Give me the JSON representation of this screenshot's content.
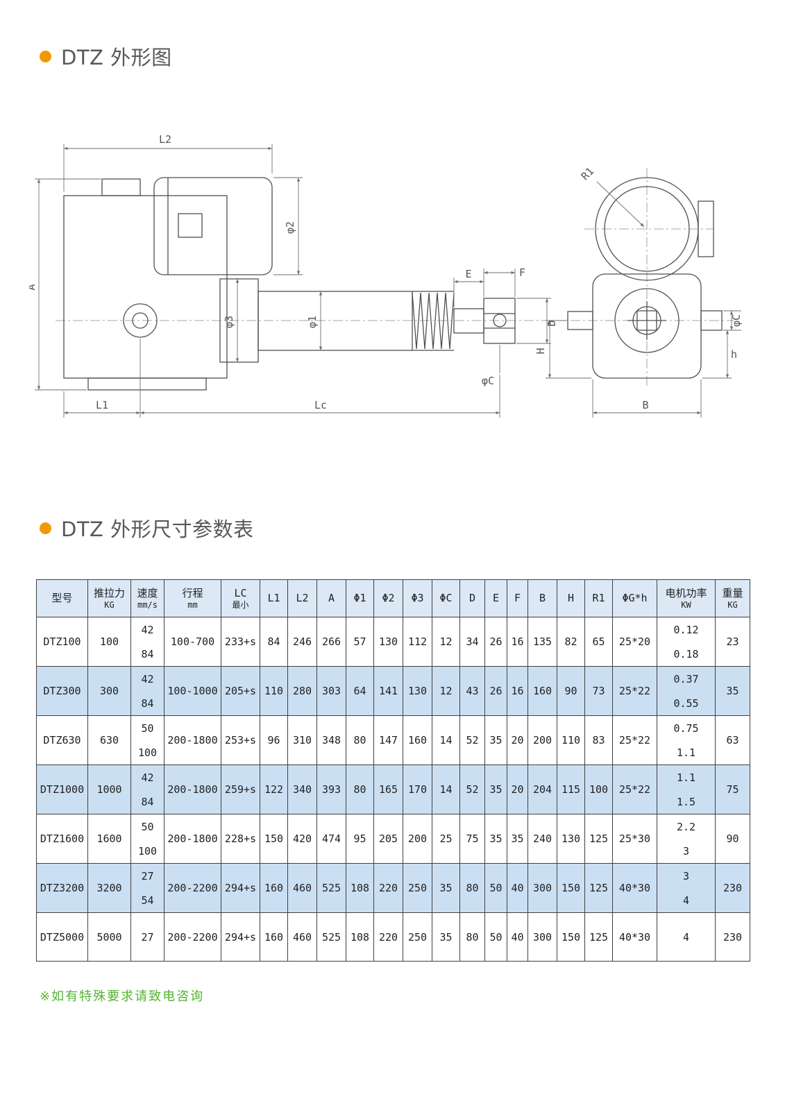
{
  "headings": {
    "outline": "DTZ 外形图",
    "table": "DTZ 外形尺寸参数表"
  },
  "footer": {
    "note": "※如有特殊要求请致电咨询"
  },
  "colors": {
    "accent_orange": "#f39800",
    "note_green": "#53b332",
    "header_bg": "#dce8f5",
    "row_shade": "#cbdff3",
    "line_gray": "#4f4f4f"
  },
  "drawing": {
    "labels": {
      "l2": "L2",
      "a": "A",
      "phi2": "φ2",
      "phi3": "φ3",
      "phi1": "φ1",
      "e": "E",
      "f": "F",
      "d": "D",
      "phic_front": "φC",
      "l1": "L1",
      "lc": "Lc",
      "r1": "R1",
      "h_case": "H",
      "h_shaft": "h",
      "b": "B",
      "phic_side": "φC"
    }
  },
  "table": {
    "columns": [
      {
        "top": "型号",
        "bottom": "",
        "w": 74
      },
      {
        "top": "推拉力",
        "bottom": "KG",
        "w": 62
      },
      {
        "top": "速度",
        "bottom": "mm/s",
        "w": 48
      },
      {
        "top": "行程",
        "bottom": "mm",
        "w": 82
      },
      {
        "top": "LC",
        "bottom": "最小",
        "w": 56
      },
      {
        "top": "L1",
        "bottom": "",
        "w": 40
      },
      {
        "top": "L2",
        "bottom": "",
        "w": 42
      },
      {
        "top": "A",
        "bottom": "",
        "w": 42
      },
      {
        "top": "Φ1",
        "bottom": "",
        "w": 40
      },
      {
        "top": "Φ2",
        "bottom": "",
        "w": 42
      },
      {
        "top": "Φ3",
        "bottom": "",
        "w": 42
      },
      {
        "top": "ΦC",
        "bottom": "",
        "w": 40
      },
      {
        "top": "D",
        "bottom": "",
        "w": 36
      },
      {
        "top": "E",
        "bottom": "",
        "w": 32
      },
      {
        "top": "F",
        "bottom": "",
        "w": 30
      },
      {
        "top": "B",
        "bottom": "",
        "w": 42
      },
      {
        "top": "H",
        "bottom": "",
        "w": 40
      },
      {
        "top": "R1",
        "bottom": "",
        "w": 40
      },
      {
        "top": "ΦG*h",
        "bottom": "",
        "w": 64
      },
      {
        "top": "电机功率",
        "bottom": "KW",
        "w": 84
      },
      {
        "top": "重量",
        "bottom": "KG",
        "w": 50
      }
    ],
    "rows": [
      {
        "model": "DTZ100",
        "force": "100",
        "speeds": [
          "42",
          "84"
        ],
        "stroke": "100-700",
        "lc_min": "233+s",
        "dims": [
          "84",
          "246",
          "266",
          "57",
          "130",
          "112",
          "12",
          "34",
          "26",
          "16",
          "135",
          "82",
          "65",
          "25*20"
        ],
        "powers": [
          "0.12",
          "0.18"
        ],
        "weight": "23",
        "shaded": false
      },
      {
        "model": "DTZ300",
        "force": "300",
        "speeds": [
          "42",
          "84"
        ],
        "stroke": "100-1000",
        "lc_min": "205+s",
        "dims": [
          "110",
          "280",
          "303",
          "64",
          "141",
          "130",
          "12",
          "43",
          "26",
          "16",
          "160",
          "90",
          "73",
          "25*22"
        ],
        "powers": [
          "0.37",
          "0.55"
        ],
        "weight": "35",
        "shaded": true
      },
      {
        "model": "DTZ630",
        "force": "630",
        "speeds": [
          "50",
          "100"
        ],
        "stroke": "200-1800",
        "lc_min": "253+s",
        "dims": [
          "96",
          "310",
          "348",
          "80",
          "147",
          "160",
          "14",
          "52",
          "35",
          "20",
          "200",
          "110",
          "83",
          "25*22"
        ],
        "powers": [
          "0.75",
          "1.1"
        ],
        "weight": "63",
        "shaded": false
      },
      {
        "model": "DTZ1000",
        "force": "1000",
        "speeds": [
          "42",
          "84"
        ],
        "stroke": "200-1800",
        "lc_min": "259+s",
        "dims": [
          "122",
          "340",
          "393",
          "80",
          "165",
          "170",
          "14",
          "52",
          "35",
          "20",
          "204",
          "115",
          "100",
          "25*22"
        ],
        "powers": [
          "1.1",
          "1.5"
        ],
        "weight": "75",
        "shaded": true
      },
      {
        "model": "DTZ1600",
        "force": "1600",
        "speeds": [
          "50",
          "100"
        ],
        "stroke": "200-1800",
        "lc_min": "228+s",
        "dims": [
          "150",
          "420",
          "474",
          "95",
          "205",
          "200",
          "25",
          "75",
          "35",
          "35",
          "240",
          "130",
          "125",
          "25*30"
        ],
        "powers": [
          "2.2",
          "3"
        ],
        "weight": "90",
        "shaded": false
      },
      {
        "model": "DTZ3200",
        "force": "3200",
        "speeds": [
          "27",
          "54"
        ],
        "stroke": "200-2200",
        "lc_min": "294+s",
        "dims": [
          "160",
          "460",
          "525",
          "108",
          "220",
          "250",
          "35",
          "80",
          "50",
          "40",
          "300",
          "150",
          "125",
          "40*30"
        ],
        "powers": [
          "3",
          "4"
        ],
        "weight": "230",
        "shaded": true
      },
      {
        "model": "DTZ5000",
        "force": "5000",
        "speeds": [
          "27"
        ],
        "stroke": "200-2200",
        "lc_min": "294+s",
        "dims": [
          "160",
          "460",
          "525",
          "108",
          "220",
          "250",
          "35",
          "80",
          "50",
          "40",
          "300",
          "150",
          "125",
          "40*30"
        ],
        "powers": [
          "4"
        ],
        "weight": "230",
        "shaded": false
      }
    ]
  }
}
